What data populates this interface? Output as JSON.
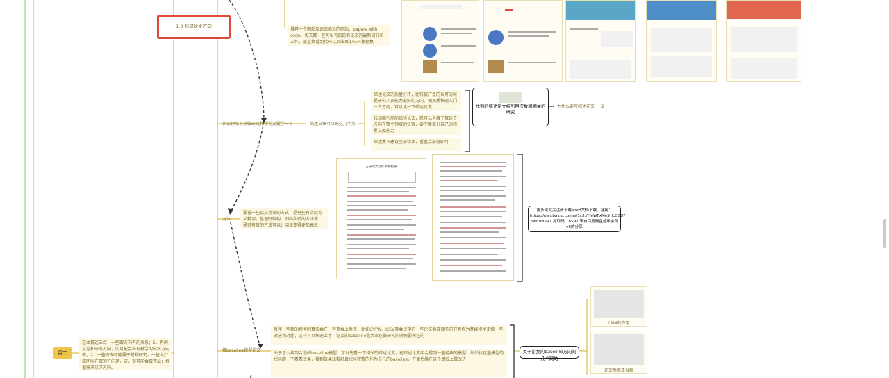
{
  "nodes": {
    "left_badge": "留二",
    "left_note": "这本篇这三点，一些跟方向有的关系；1、有的文论和研究方向，的可能会出现科学的分析方向等；2、一些方向可能属于常规研究，一些大厂或团队在做的方向是，进，很可能会做不出；根据需求以下方向。",
    "select_topic": "1.3 科研论文方向",
    "main_paragraph": "推荐一个网站及追踪前沿的网站：papers with code，每天都一些可以有的的有论文的最新研究和工作，能直接看到代码以及效果的公开数据集",
    "survey_node": "认识领域下来做研究和读论文要学一下",
    "survey_sub": "综述文章可以来这几个点",
    "survey_p1": "综述论文的质量好坏，比较被广泛的认可的就是研究人员能力最好的方向。如果想快速入门一个方向，可以读一下综述论文",
    "survey_p2": "找到高引用的综述论文，就可以大概了解这个方向在整个领域的位置，要不断提升自己的积累文献能力",
    "survey_p3": "综述类不建议全部精读，看重点部分即可",
    "survey_cap": "找到的综述论文被引用次数和相关的研究",
    "survey_link": "为什么要写综述论文",
    "survey_badge": "2",
    "reading_label": "方法",
    "reading_note": "要看一些论文精读的方式，是有些有实际论文精读，整理好结构、列出实验的方法等，通过有效的方法可以让阅读变得更加高效",
    "download_box": "更多论文关注请下载word文档下载，链接：https://pan.baidu.com/s/1c3pYfeWFxMeSHcQSQ?pwd=8597 提取码：8597 来自百度网盘超级会员v6的分享",
    "baseline_label": "找baseline模型论文",
    "baseline_p1": "每年一些新的模型的算法会在一些顶会上发表，比如CVPR、ICCV等会议中的一些论文会被很多研究者作为基线模型来做一些改进和对比，这样可以快速上手，论文的baseline是大家在做研究的时候要关注的",
    "baseline_p2": "关于怎么找到合适的baseline模型，可以先看一下相关的综述论文，在综述论文中会提到一些经典的模型，然后找这些模型的代码跑一下看看效果，找到效果比较好且代码完整的作为自己的baseline，方便后续在这个基础上做改进",
    "baseline_box": "关于论文的baseline方向的几个网站",
    "img_cap1": "CNN的应用",
    "img_cap2": "论文发表及投稿",
    "doc_title": "方法论文写作参考指导"
  },
  "colors": {
    "accent_red": "#d94a3a",
    "badge_yellow": "#f0c64a",
    "line_gold": "#d7bd4d",
    "note_bg": "#fdf8e4",
    "text_olive": "#7a6a2a"
  }
}
